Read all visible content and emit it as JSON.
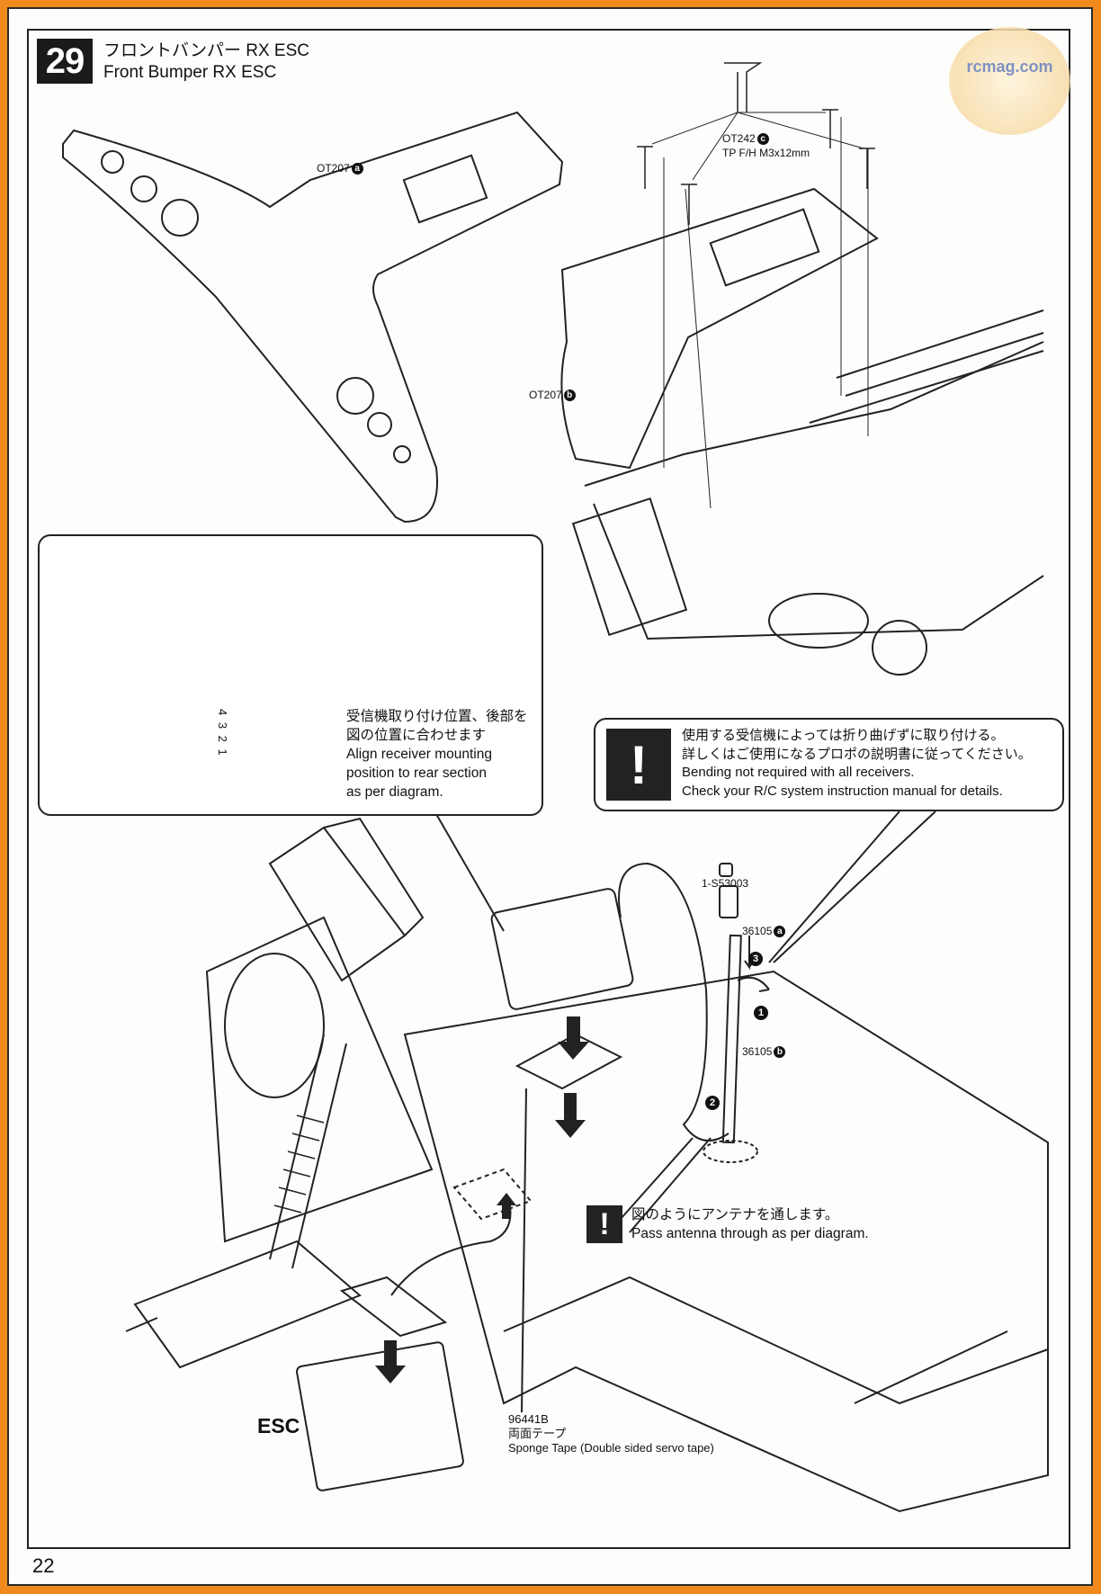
{
  "header": {
    "step_number": "29",
    "title_jp": "フロントバンパー RX ESC",
    "title_en": "Front Bumper RX ESC"
  },
  "watermark": {
    "text": "rcmag.com"
  },
  "parts": {
    "ot207a": {
      "code": "OT207",
      "badge": "a"
    },
    "ot207b": {
      "code": "OT207",
      "badge": "b"
    },
    "ot242c": {
      "code": "OT242",
      "badge": "c",
      "desc": "TP F/H M3x12mm"
    },
    "s53003": {
      "code": "1-S53003"
    },
    "p36105a": {
      "code": "36105",
      "badge": "a"
    },
    "p36105b": {
      "code": "36105",
      "badge": "b"
    },
    "tape": {
      "code": "96441B",
      "jp": "両面テープ",
      "en": "Sponge Tape (Double sided servo tape)"
    }
  },
  "steps": {
    "one": "1",
    "two": "2",
    "three": "3"
  },
  "inset": {
    "jp_line1": "受信機取り付け位置、後部を",
    "jp_line2": "図の位置に合わせます",
    "en_line1": "Align receiver mounting",
    "en_line2": "position to rear section",
    "en_line3": "as per diagram.",
    "receiver_digits": "4 3 2 1"
  },
  "notice": {
    "icon": "!",
    "jp_line1": "使用する受信機によっては折り曲げずに取り付ける。",
    "jp_line2": "詳しくはご使用になるプロポの説明書に従ってください。",
    "en_line1": "Bending not required with all receivers.",
    "en_line2": "Check your R/C system instruction manual for details."
  },
  "antenna_note": {
    "icon": "!",
    "jp": "図のようにアンテナを通します。",
    "en": "Pass antenna through as per diagram."
  },
  "esc_label": "ESC",
  "page_number": "22"
}
